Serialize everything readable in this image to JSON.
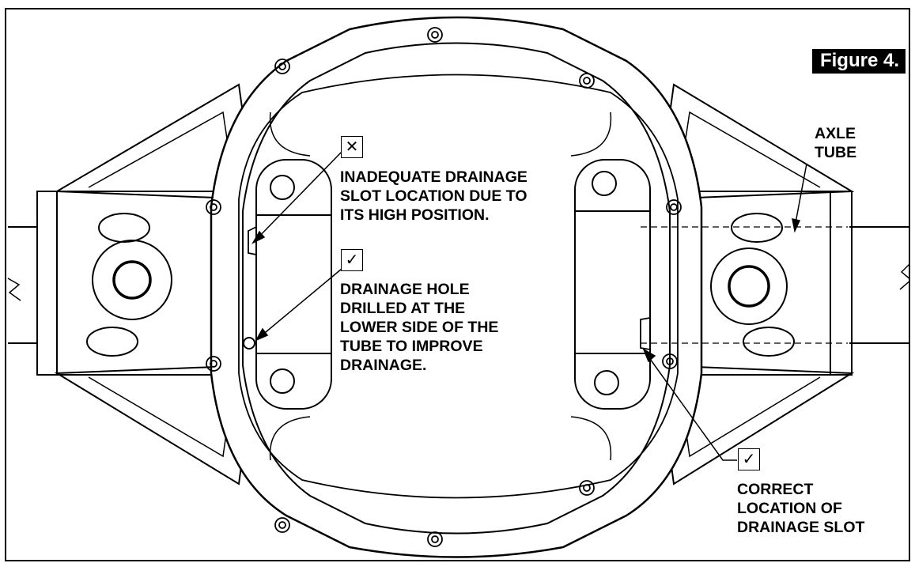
{
  "figure_label": "Figure 4.",
  "callouts": {
    "inadequate": {
      "mark": "✕",
      "text": "INADEQUATE DRAINAGE\nSLOT LOCATION DUE TO\nITS HIGH POSITION."
    },
    "drilled": {
      "mark": "✓",
      "text": "DRAINAGE HOLE\nDRILLED AT THE\nLOWER SIDE OF THE\nTUBE TO IMPROVE\nDRAINAGE."
    },
    "correct": {
      "mark": "✓",
      "text": "CORRECT\nLOCATION OF\nDRAINAGE SLOT"
    },
    "axle_tube": {
      "text": "AXLE\nTUBE"
    }
  },
  "colors": {
    "line": "#000000",
    "paper": "#ffffff",
    "label_bg": "#000000",
    "label_text": "#ffffff"
  }
}
